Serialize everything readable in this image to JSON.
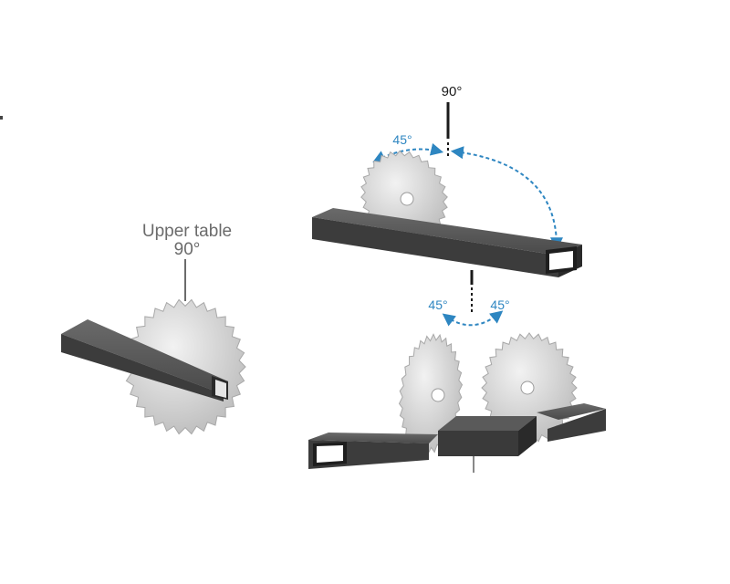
{
  "diagram": {
    "upper_table_label": "Upper table",
    "upper_table_angle": "90°",
    "right_top_angle": "90°",
    "right_top_tilt": "45°",
    "right_bottom_left_tilt": "45°",
    "right_bottom_right_tilt": "45°"
  },
  "colors": {
    "bar_top": "#5a5a5a",
    "bar_side": "#3c3c3c",
    "bar_end": "#2a2a2a",
    "blade": "#cfcfcf",
    "blade_edge": "#a8a8a8",
    "arrow": "#2e86c1",
    "label_grey": "#6b6b6b",
    "axis": "#1a1a1a"
  }
}
